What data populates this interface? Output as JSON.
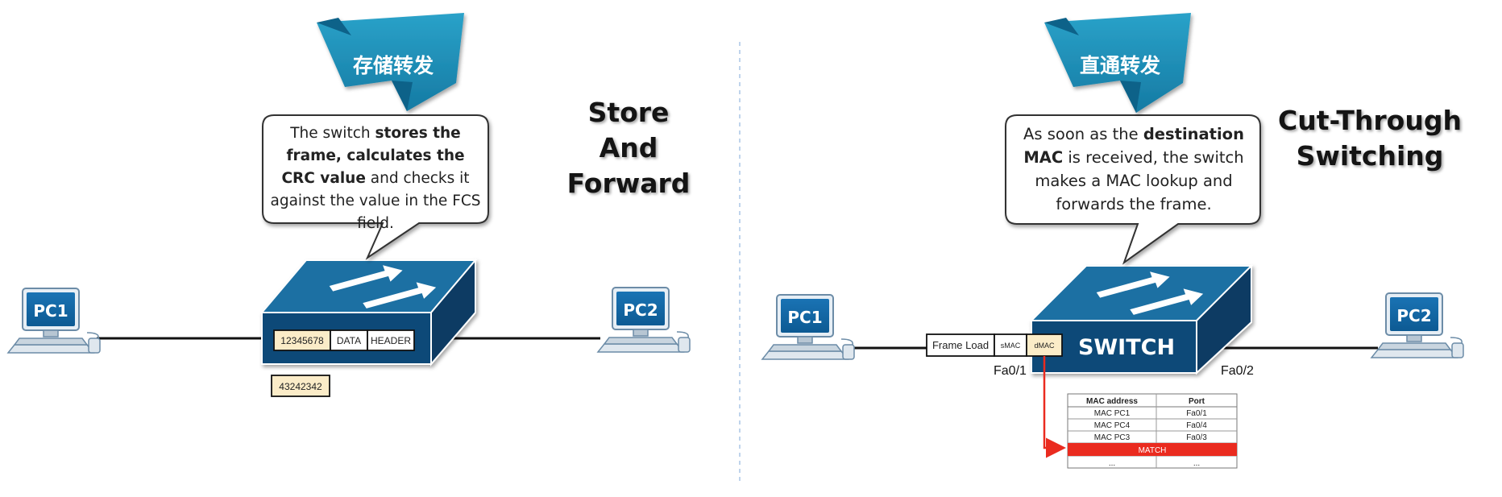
{
  "left": {
    "banner": "存储转发",
    "title_lines": [
      "Store",
      "And",
      "Forward"
    ],
    "callout": {
      "p1": "The switch ",
      "b1": "stores the frame, calculates the CRC value",
      "p2": " and checks it against the value in the FCS field."
    },
    "pc1": "PC1",
    "pc2": "PC2",
    "frame": [
      "12345678",
      "DATA",
      "HEADER"
    ],
    "crc_box": "43242342"
  },
  "right": {
    "banner": "直通转发",
    "title_lines": [
      "Cut-Through",
      "Switching"
    ],
    "callout": {
      "p1": "As soon as the ",
      "b1": "destination MAC",
      "p2": " is received, the switch makes a MAC lookup and forwards the frame."
    },
    "pc1": "PC1",
    "pc2": "PC2",
    "switch_label": "SWITCH",
    "frame": [
      "Frame Load",
      "sMAC",
      "dMAC"
    ],
    "port_left": "Fa0/1",
    "port_right": "Fa0/2",
    "mac_table": {
      "headers": [
        "MAC address",
        "Port"
      ],
      "rows": [
        [
          "MAC PC1",
          "Fa0/1"
        ],
        [
          "MAC PC4",
          "Fa0/4"
        ],
        [
          "MAC PC3",
          "Fa0/3"
        ]
      ],
      "match_label": "MATCH",
      "ellipsis": [
        "...",
        "..."
      ]
    }
  },
  "colors": {
    "switch_top": "#1d6fa3",
    "switch_side": "#0d4a78",
    "banner": "#1a8ab1",
    "frame_yellow": "#fbecc8",
    "match_red": "#ea2b1f"
  }
}
